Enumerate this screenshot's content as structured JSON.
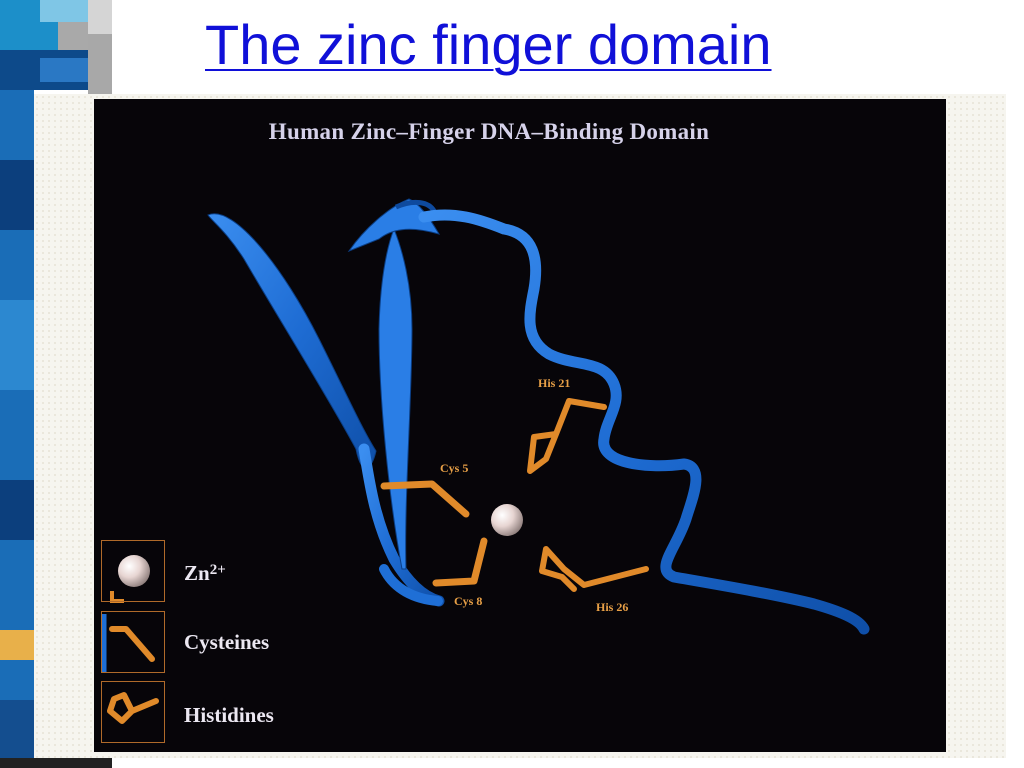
{
  "slide": {
    "title": "The zinc finger domain"
  },
  "figure": {
    "title": "Human Zinc–Finger DNA–Binding Domain",
    "residues": {
      "his21": "His 21",
      "cys5": "Cys 5",
      "cys8": "Cys 8",
      "his26": "His 26"
    },
    "legend": {
      "zinc_base": "Zn",
      "zinc_charge": "2+",
      "cysteines": "Cysteines",
      "histidines": "Histidines"
    }
  },
  "colors": {
    "title_link": "#1010d8",
    "ribbon": "#1f6fd6",
    "side_chain": "#e08a2a",
    "zinc_ion": "#e7d5d2",
    "figure_background": "#070509"
  }
}
